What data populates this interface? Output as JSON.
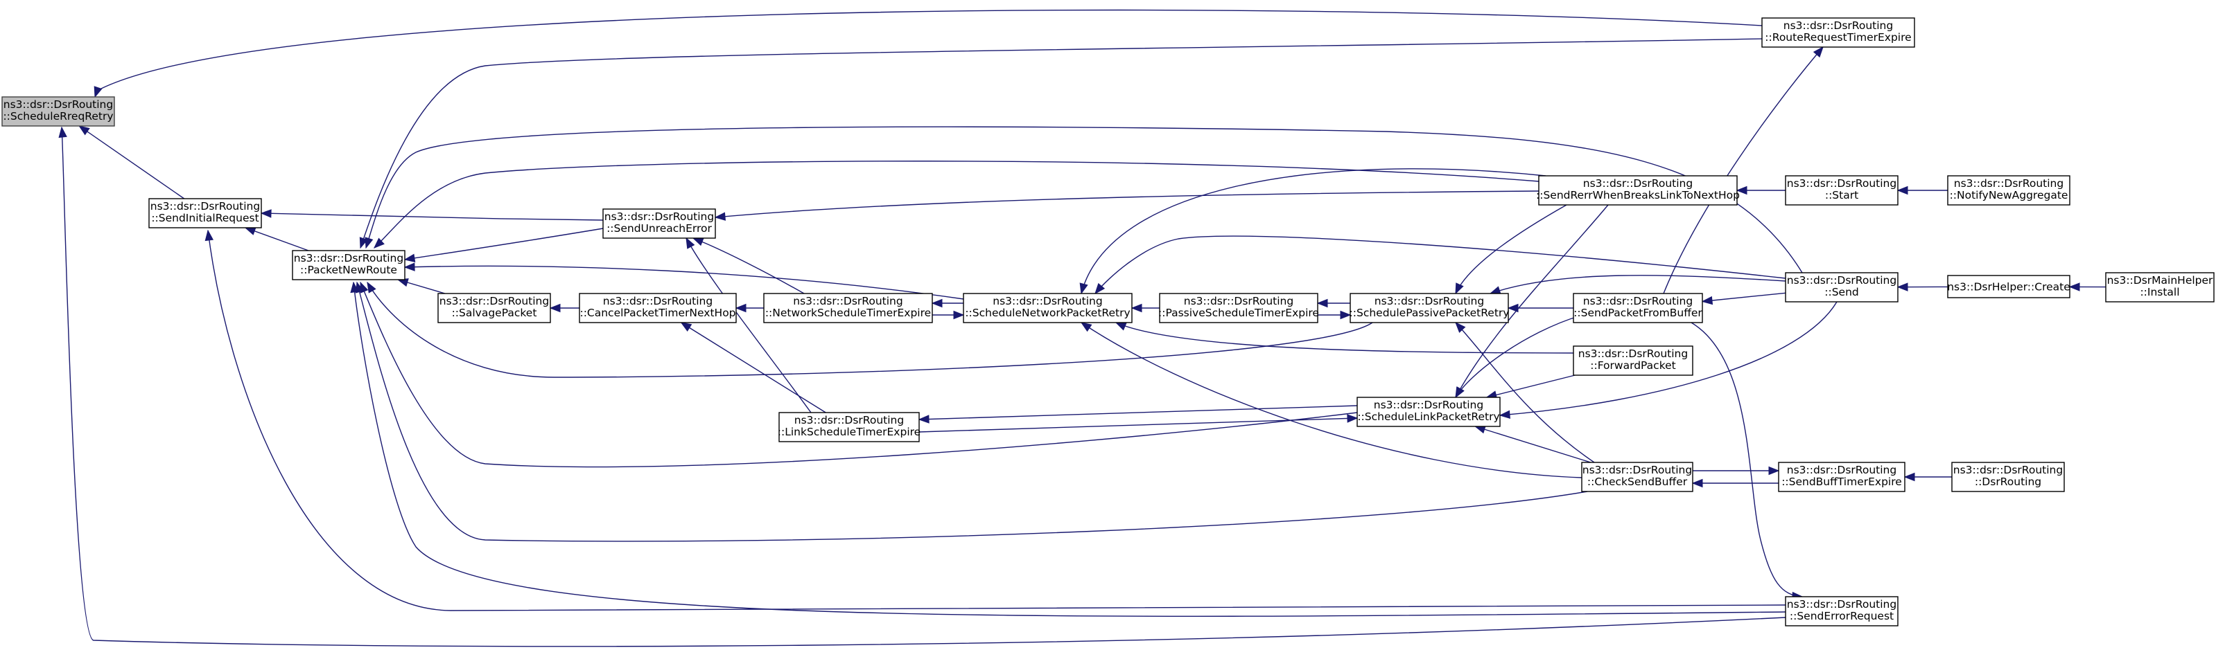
{
  "colors": {
    "edge": "#191970",
    "node_border": "#000000",
    "highlight_fill": "#bfbfbf",
    "background": "#ffffff"
  },
  "nodes": [
    {
      "id": "schedule_rreq_retry",
      "line1": "ns3::dsr::DsrRouting",
      "line2": "::ScheduleRreqRetry",
      "highlight": true
    },
    {
      "id": "send_initial_request",
      "line1": "ns3::dsr::DsrRouting",
      "line2": "::SendInitialRequest"
    },
    {
      "id": "packet_new_route",
      "line1": "ns3::dsr::DsrRouting",
      "line2": "::PacketNewRoute"
    },
    {
      "id": "send_unreach_error",
      "line1": "ns3::dsr::DsrRouting",
      "line2": "::SendUnreachError"
    },
    {
      "id": "salvage_packet",
      "line1": "ns3::dsr::DsrRouting",
      "line2": "::SalvagePacket"
    },
    {
      "id": "cancel_packet_timer",
      "line1": "ns3::dsr::DsrRouting",
      "line2": "::CancelPacketTimerNextHop"
    },
    {
      "id": "network_schedule_timer",
      "line1": "ns3::dsr::DsrRouting",
      "line2": "::NetworkScheduleTimerExpire"
    },
    {
      "id": "link_schedule_timer",
      "line1": "ns3::dsr::DsrRouting",
      "line2": "::LinkScheduleTimerExpire"
    },
    {
      "id": "schedule_network_retry",
      "line1": "ns3::dsr::DsrRouting",
      "line2": "::ScheduleNetworkPacketRetry"
    },
    {
      "id": "passive_schedule_timer",
      "line1": "ns3::dsr::DsrRouting",
      "line2": "::PassiveScheduleTimerExpire"
    },
    {
      "id": "schedule_passive_retry",
      "line1": "ns3::dsr::DsrRouting",
      "line2": "::SchedulePassivePacketRetry"
    },
    {
      "id": "schedule_link_retry",
      "line1": "ns3::dsr::DsrRouting",
      "line2": "::ScheduleLinkPacketRetry"
    },
    {
      "id": "send_rerr_breaks_link",
      "line1": "ns3::dsr::DsrRouting",
      "line2": "::SendRerrWhenBreaksLinkToNextHop"
    },
    {
      "id": "send_packet_from_buffer",
      "line1": "ns3::dsr::DsrRouting",
      "line2": "::SendPacketFromBuffer"
    },
    {
      "id": "forward_packet",
      "line1": "ns3::dsr::DsrRouting",
      "line2": "::ForwardPacket"
    },
    {
      "id": "check_send_buffer",
      "line1": "ns3::dsr::DsrRouting",
      "line2": "::CheckSendBuffer"
    },
    {
      "id": "route_request_timer",
      "line1": "ns3::dsr::DsrRouting",
      "line2": "::RouteRequestTimerExpire"
    },
    {
      "id": "start",
      "line1": "ns3::dsr::DsrRouting",
      "line2": "::Start"
    },
    {
      "id": "send",
      "line1": "ns3::dsr::DsrRouting",
      "line2": "::Send"
    },
    {
      "id": "send_buff_timer",
      "line1": "ns3::dsr::DsrRouting",
      "line2": "::SendBuffTimerExpire"
    },
    {
      "id": "send_error_request",
      "line1": "ns3::dsr::DsrRouting",
      "line2": "::SendErrorRequest"
    },
    {
      "id": "notify_new_aggregate",
      "line1": "ns3::dsr::DsrRouting",
      "line2": "::NotifyNewAggregate"
    },
    {
      "id": "dsr_helper_create",
      "line1": "ns3::DsrHelper::Create",
      "line2": ""
    },
    {
      "id": "dsr_routing_ctor",
      "line1": "ns3::dsr::DsrRouting",
      "line2": "::DsrRouting"
    },
    {
      "id": "dsr_main_helper_install",
      "line1": "ns3::DsrMainHelper",
      "line2": "::Install"
    }
  ],
  "edges": [
    {
      "from": "send_initial_request",
      "to": "schedule_rreq_retry"
    },
    {
      "from": "route_request_timer",
      "to": "schedule_rreq_retry"
    },
    {
      "from": "send_error_request",
      "to": "schedule_rreq_retry"
    },
    {
      "from": "packet_new_route",
      "to": "send_initial_request"
    },
    {
      "from": "send_unreach_error",
      "to": "send_initial_request"
    },
    {
      "from": "send_error_request",
      "to": "send_initial_request"
    },
    {
      "from": "send_unreach_error",
      "to": "packet_new_route"
    },
    {
      "from": "salvage_packet",
      "to": "packet_new_route"
    },
    {
      "from": "schedule_network_retry",
      "to": "packet_new_route"
    },
    {
      "from": "send_rerr_breaks_link",
      "to": "packet_new_route"
    },
    {
      "from": "route_request_timer",
      "to": "packet_new_route"
    },
    {
      "from": "send",
      "to": "packet_new_route"
    },
    {
      "from": "schedule_passive_retry",
      "to": "packet_new_route"
    },
    {
      "from": "schedule_link_retry",
      "to": "packet_new_route"
    },
    {
      "from": "check_send_buffer",
      "to": "packet_new_route"
    },
    {
      "from": "send_error_request",
      "to": "packet_new_route"
    },
    {
      "from": "send_rerr_breaks_link",
      "to": "send_unreach_error"
    },
    {
      "from": "network_schedule_timer",
      "to": "send_unreach_error"
    },
    {
      "from": "link_schedule_timer",
      "to": "send_unreach_error"
    },
    {
      "from": "cancel_packet_timer",
      "to": "salvage_packet"
    },
    {
      "from": "network_schedule_timer",
      "to": "cancel_packet_timer"
    },
    {
      "from": "link_schedule_timer",
      "to": "cancel_packet_timer"
    },
    {
      "from": "schedule_network_retry",
      "to": "network_schedule_timer"
    },
    {
      "from": "network_schedule_timer",
      "to": "schedule_network_retry"
    },
    {
      "from": "schedule_link_retry",
      "to": "link_schedule_timer"
    },
    {
      "from": "link_schedule_timer",
      "to": "schedule_link_retry"
    },
    {
      "from": "passive_schedule_timer",
      "to": "schedule_network_retry"
    },
    {
      "from": "send_rerr_breaks_link",
      "to": "schedule_network_retry"
    },
    {
      "from": "send",
      "to": "schedule_network_retry"
    },
    {
      "from": "forward_packet",
      "to": "schedule_network_retry"
    },
    {
      "from": "check_send_buffer",
      "to": "schedule_network_retry"
    },
    {
      "from": "schedule_passive_retry",
      "to": "passive_schedule_timer"
    },
    {
      "from": "passive_schedule_timer",
      "to": "schedule_passive_retry"
    },
    {
      "from": "send_rerr_breaks_link",
      "to": "schedule_passive_retry"
    },
    {
      "from": "send_packet_from_buffer",
      "to": "schedule_passive_retry"
    },
    {
      "from": "send",
      "to": "schedule_passive_retry"
    },
    {
      "from": "check_send_buffer",
      "to": "schedule_passive_retry"
    },
    {
      "from": "send_rerr_breaks_link",
      "to": "schedule_link_retry"
    },
    {
      "from": "send_packet_from_buffer",
      "to": "schedule_link_retry"
    },
    {
      "from": "forward_packet",
      "to": "schedule_link_retry"
    },
    {
      "from": "send",
      "to": "schedule_link_retry"
    },
    {
      "from": "check_send_buffer",
      "to": "schedule_link_retry"
    },
    {
      "from": "start",
      "to": "send_rerr_breaks_link"
    },
    {
      "from": "send",
      "to": "send_packet_from_buffer"
    },
    {
      "from": "send_buff_timer",
      "to": "check_send_buffer"
    },
    {
      "from": "check_send_buffer",
      "to": "send_buff_timer"
    },
    {
      "from": "send_packet_from_buffer",
      "to": "route_request_timer"
    },
    {
      "from": "send_packet_from_buffer",
      "to": "send_error_request"
    },
    {
      "from": "notify_new_aggregate",
      "to": "start"
    },
    {
      "from": "dsr_helper_create",
      "to": "send"
    },
    {
      "from": "dsr_main_helper_install",
      "to": "dsr_helper_create"
    },
    {
      "from": "dsr_routing_ctor",
      "to": "send_buff_timer"
    }
  ]
}
